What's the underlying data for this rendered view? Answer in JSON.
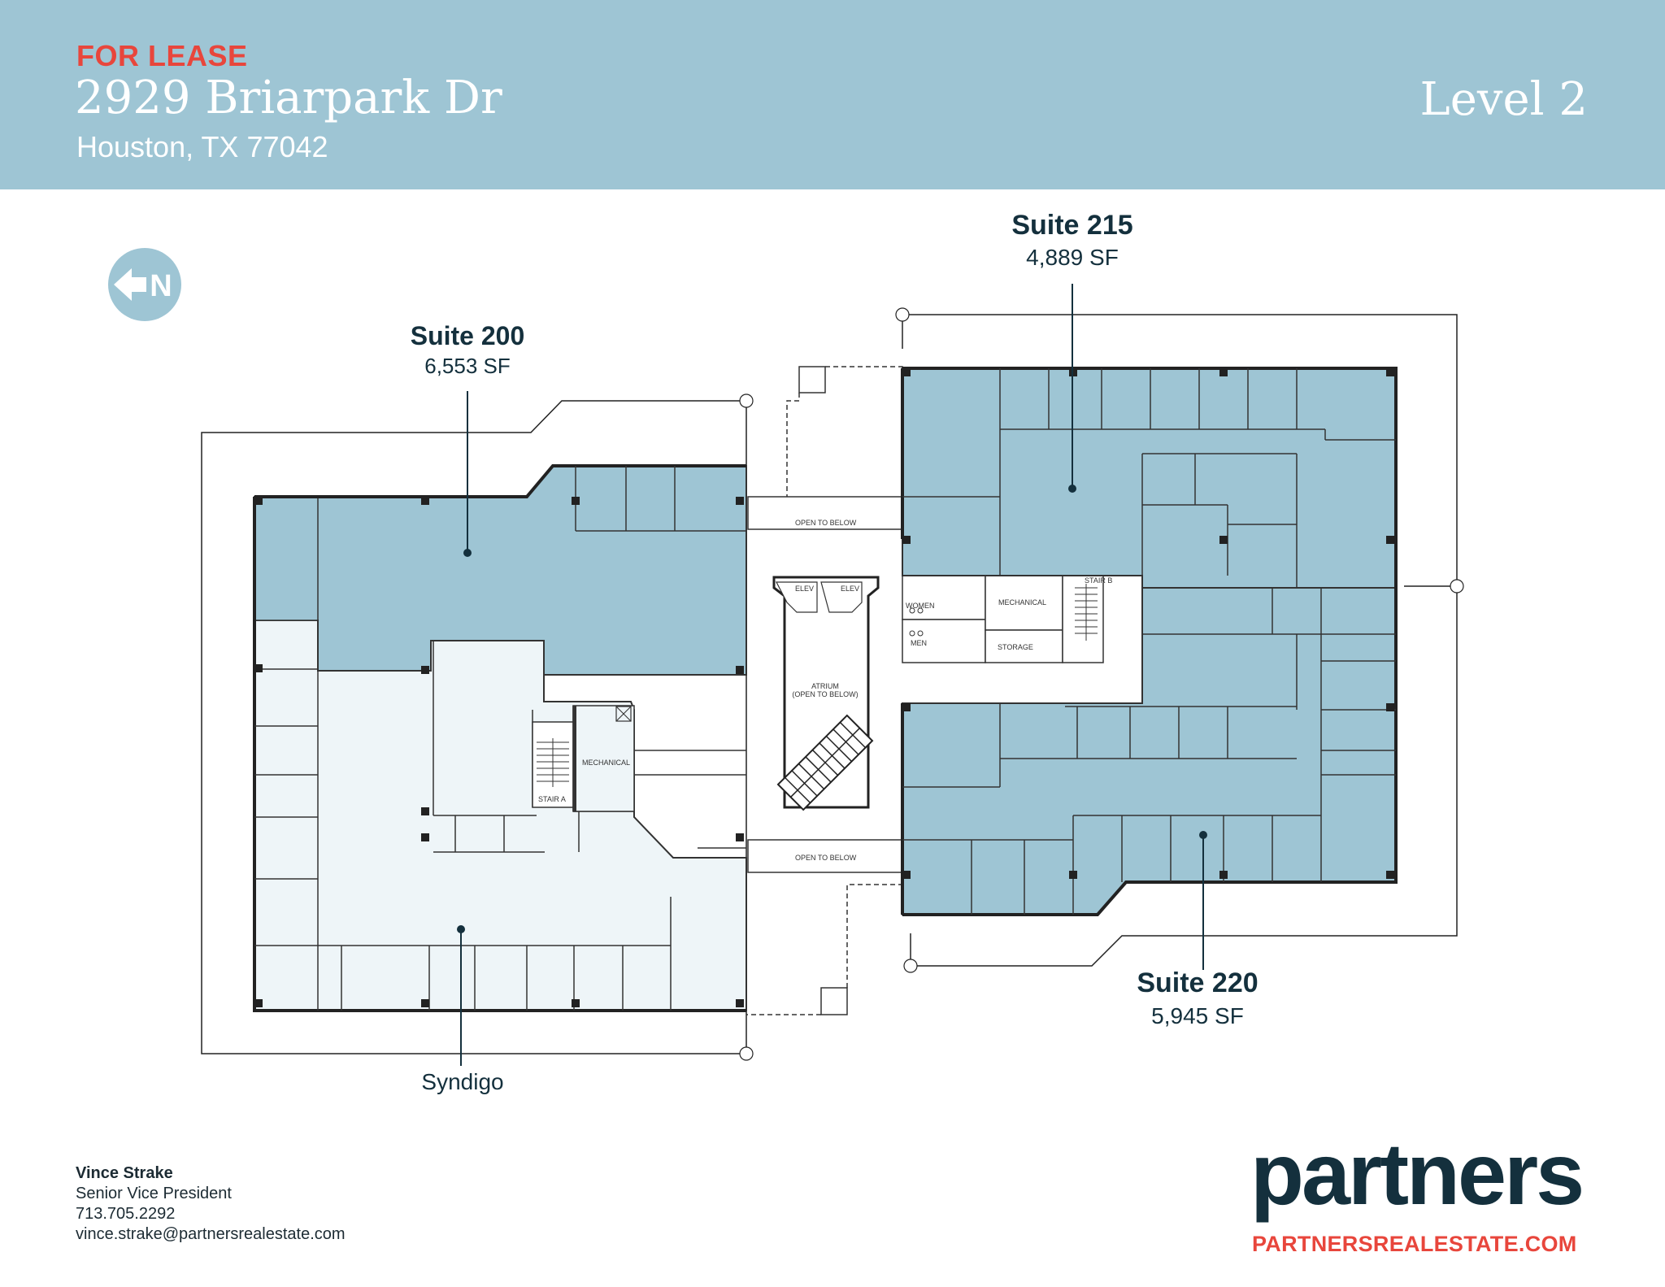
{
  "header": {
    "tag": "FOR LEASE",
    "address": "2929 Briarpark Dr",
    "city": "Houston, TX 77042",
    "level": "Level 2"
  },
  "compass": {
    "icon": "north-arrow-icon",
    "letter": "N"
  },
  "suites": {
    "s215": {
      "name": "Suite 215",
      "sf": "4,889 SF"
    },
    "s200": {
      "name": "Suite 200",
      "sf": "6,553 SF"
    },
    "s220": {
      "name": "Suite 220",
      "sf": "5,945 SF"
    },
    "syndigo": {
      "name": "Syndigo"
    }
  },
  "rooms": {
    "open_to_below_top": "OPEN TO BELOW",
    "open_to_below_bottom": "OPEN TO BELOW",
    "atrium_1": "ATRIUM",
    "atrium_2": "(OPEN TO BELOW)",
    "elev_1": "ELEV",
    "elev_2": "ELEV",
    "women": "WOMEN",
    "men": "MEN",
    "mechanical_east": "MECHANICAL",
    "storage": "STORAGE",
    "stair_b": "STAIR B",
    "mechanical_west": "MECHANICAL",
    "stair_a": "STAIR A"
  },
  "contact": {
    "name": "Vince Strake",
    "title": "Senior Vice President",
    "phone": "713.705.2292",
    "email": "vince.strake@partnersrealestate.com"
  },
  "brand": {
    "logo": "partners",
    "website": "PARTNERSREALESTATE.COM"
  },
  "colors": {
    "header": "#9ec5d4",
    "accent": "#e8463c",
    "suite_available": "#9ec5d4",
    "suite_leased": "#eef5f8",
    "navy": "#14303d"
  }
}
